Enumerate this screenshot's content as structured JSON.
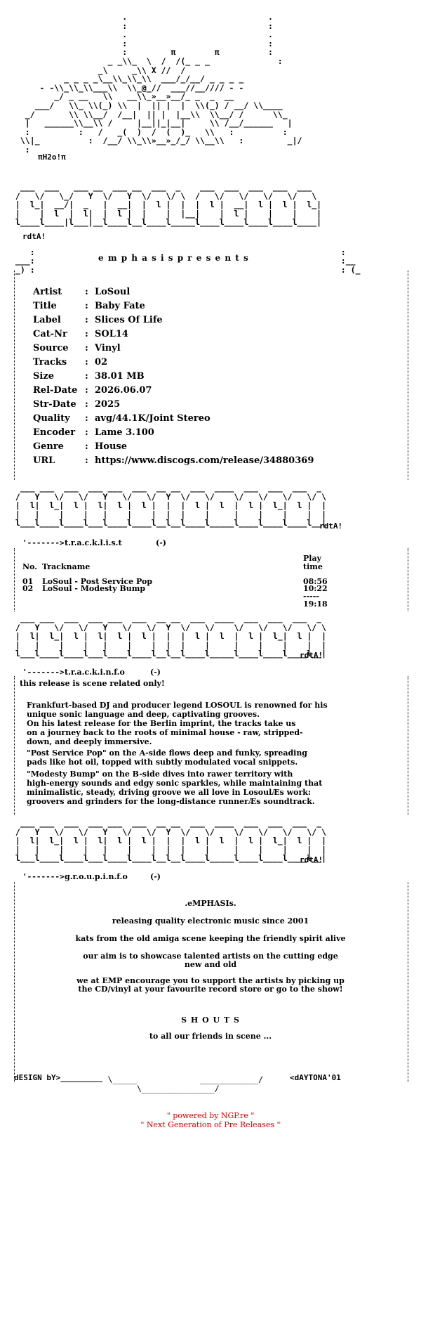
{
  "header": {
    "presents": "e m p h a s i s   p r e s e n t s",
    "tag_h2o": "πH2o!π"
  },
  "release": {
    "rows": [
      {
        "key": "Artist",
        "value": "LoSoul"
      },
      {
        "key": "Title",
        "value": "Baby Fate"
      },
      {
        "key": "Label",
        "value": "Slices Of Life"
      },
      {
        "key": "Cat-Nr",
        "value": "SOL14"
      },
      {
        "key": "Source",
        "value": "Vinyl"
      },
      {
        "key": "Tracks",
        "value": "02"
      },
      {
        "key": "Size",
        "value": "38.01 MB"
      },
      {
        "key": "Rel-Date",
        "value": "2026.06.07"
      },
      {
        "key": "Str-Date",
        "value": "2025"
      },
      {
        "key": "Quality",
        "value": "avg/44.1K/Joint Stereo"
      },
      {
        "key": "Encoder",
        "value": "Lame 3.100"
      },
      {
        "key": "Genre",
        "value": "House"
      },
      {
        "key": "URL",
        "value": "https://www.discogs.com/release/34880369"
      }
    ]
  },
  "tracklist": {
    "section": "t.r.a.c.k.l.i.s.t",
    "col_no": "No.",
    "col_name": "Trackname",
    "col_play": "Play",
    "col_time": "time",
    "tracks": [
      {
        "no": "01",
        "name": "LoSoul - Post Service Pop",
        "time": "08:56"
      },
      {
        "no": "02",
        "name": "LoSoul - Modesty Bump",
        "time": "10:22"
      }
    ],
    "divider": "-----",
    "total": "19:18"
  },
  "trackinfo": {
    "section": "t.r.a.c.k.i.n.f.o",
    "scene": "this release is scene related only!",
    "p1": [
      "Frankfurt-based DJ and producer legend LOSOUL is renowned for his",
      "unique sonic language and deep, captivating grooves.",
      "On his latest release for the Berlin imprint, the tracks take us",
      "on a journey back to the roots of minimal house - raw, stripped-",
      "down, and deeply immersive."
    ],
    "p2": [
      "\"Post Service Pop\" on the A-side flows deep and funky, spreading",
      "pads like hot oil, topped with subtly modulated vocal snippets."
    ],
    "p3": [
      "\"Modesty Bump\" on the B-side dives into rawer territory with",
      "high-energy sounds and edgy sonic sparkles, while maintaining that",
      "minimalistic, steady, driving groove we all love in LosoulÆs work:",
      "groovers and grinders for the long-distance runnerÆs soundtrack."
    ]
  },
  "groupinfo": {
    "section": "g.r.o.u.p.i.n.f.o",
    "name": ".eMPHASIs.",
    "line1": "releasing quality electronic music since 2001",
    "line2": "kats from the old amiga scene keeping the friendly spirit alive",
    "line3a": "our aim is to showcase talented artists on the cutting edge",
    "line3b": "new and old",
    "line4a": "we at EMP encourage you to support the artists by picking up",
    "line4b": "the CD/vinyl at your favourite record store or go to the show!",
    "shouts": "S H O U T S",
    "shouts_text": "to all our friends in scene ..."
  },
  "credits": {
    "design": "dESIGN bY",
    "daytona": "dAYTONA'01",
    "rdta": "rdtA!"
  },
  "footer": {
    "line1": "\" powered by NGP.re \"",
    "line2": "\" Next Generation of Pre Releases \""
  }
}
